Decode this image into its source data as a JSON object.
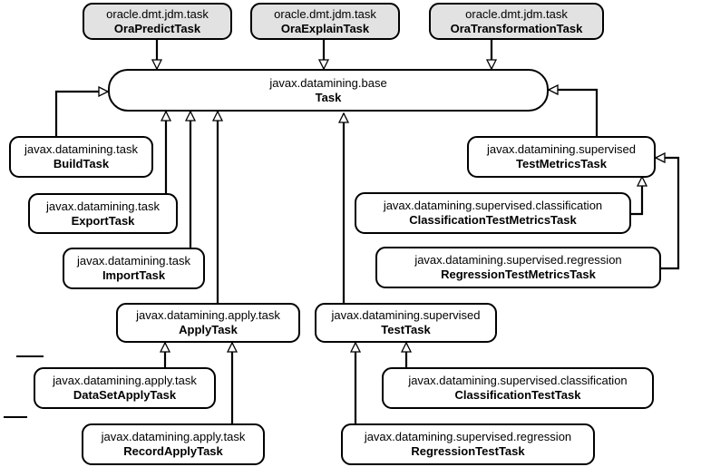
{
  "nodes": {
    "ora_predict": {
      "pkg": "oracle.dmt.jdm.task",
      "cls": "OraPredictTask"
    },
    "ora_explain": {
      "pkg": "oracle.dmt.jdm.task",
      "cls": "OraExplainTask"
    },
    "ora_transform": {
      "pkg": "oracle.dmt.jdm.task",
      "cls": "OraTransformationTask"
    },
    "task": {
      "pkg": "javax.datamining.base",
      "cls": "Task"
    },
    "build": {
      "pkg": "javax.datamining.task",
      "cls": "BuildTask"
    },
    "export": {
      "pkg": "javax.datamining.task",
      "cls": "ExportTask"
    },
    "import": {
      "pkg": "javax.datamining.task",
      "cls": "ImportTask"
    },
    "apply": {
      "pkg": "javax.datamining.apply.task",
      "cls": "ApplyTask"
    },
    "dataset_apply": {
      "pkg": "javax.datamining.apply.task",
      "cls": "DataSetApplyTask"
    },
    "record_apply": {
      "pkg": "javax.datamining.apply.task",
      "cls": "RecordApplyTask"
    },
    "test": {
      "pkg": "javax.datamining.supervised",
      "cls": "TestTask"
    },
    "class_test": {
      "pkg": "javax.datamining.supervised.classification",
      "cls": "ClassificationTestTask"
    },
    "reg_test": {
      "pkg": "javax.datamining.supervised.regression",
      "cls": "RegressionTestTask"
    },
    "test_metrics": {
      "pkg": "javax.datamining.supervised",
      "cls": "TestMetricsTask"
    },
    "class_metrics": {
      "pkg": "javax.datamining.supervised.classification",
      "cls": "ClassificationTestMetricsTask"
    },
    "reg_metrics": {
      "pkg": "javax.datamining.supervised.regression",
      "cls": "RegressionTestMetricsTask"
    }
  },
  "colors": {
    "oracle_fill": "#e2e2e2",
    "stroke": "#000000"
  }
}
